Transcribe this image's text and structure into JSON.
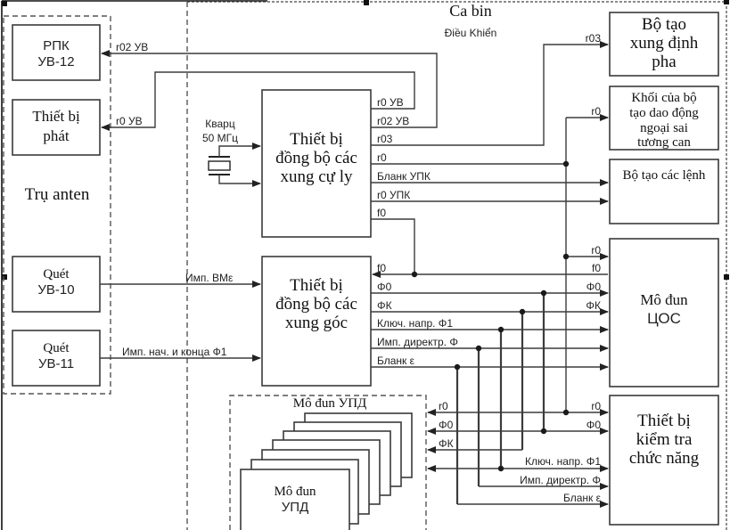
{
  "diagram": {
    "regions": {
      "cabin_title": "Ca bin",
      "cabin_subtitle": "Điều Khiển",
      "antenna_title": "Trụ anten",
      "upd_group_title": "Mô đun УПД"
    },
    "blocks": {
      "rpk": [
        "РПК",
        "УВ-12"
      ],
      "transmitter": [
        "Thiết bị",
        "phát"
      ],
      "scan10": [
        "Quét",
        "УВ-10"
      ],
      "scan11": [
        "Quét",
        "УВ-11"
      ],
      "range_sync": [
        "Thiết bị",
        "đồng bộ các",
        "xung cự ly"
      ],
      "angle_sync": [
        "Thiết bị",
        "đồng bộ các",
        "xung góc"
      ],
      "phase_gen": [
        "Bộ tạo",
        "xung định",
        "pha"
      ],
      "coherent_osc": [
        "Khối của bộ",
        "tạo dao động",
        "ngoại sai",
        "tương can"
      ],
      "command_gen": [
        "Bộ tạo các lệnh"
      ],
      "tsos_module": [
        "Mô đun",
        "ЦОС"
      ],
      "func_test": [
        "Thiết bị",
        "kiểm tra",
        "chức năng"
      ],
      "upd_module": [
        "Mô đun",
        "УПД"
      ]
    },
    "crystal": {
      "label_line1": "Кварц",
      "label_line2": "50 МГц"
    },
    "signals": {
      "r02_uv_left": "r02 УВ",
      "r0_uv_left": "r0 УВ",
      "range_out": [
        "r0 УВ",
        "r02 УВ",
        "r03",
        "r0",
        "Бланк УПК",
        "r0 УПК",
        "f0"
      ],
      "phase_in": "r03",
      "coherent_in": "r0",
      "imp_bme": "Имп. ВМε",
      "imp_start_end": "Имп. нач. и конца Ф1",
      "angle_out": [
        "f0",
        "Φ0",
        "ΦК",
        "Ключ. напр. Φ1",
        "Имп. директр. Φ",
        "Бланк ε"
      ],
      "tsos_in": [
        "r0",
        "f0",
        "Φ0",
        "ΦК"
      ],
      "upd_in": [
        "r0",
        "Φ0",
        "ΦК"
      ],
      "test_in": [
        "r0",
        "Φ0",
        "Ключ. напр. Φ1",
        "Имп. директр. Φ",
        "Бланк ε"
      ]
    }
  }
}
